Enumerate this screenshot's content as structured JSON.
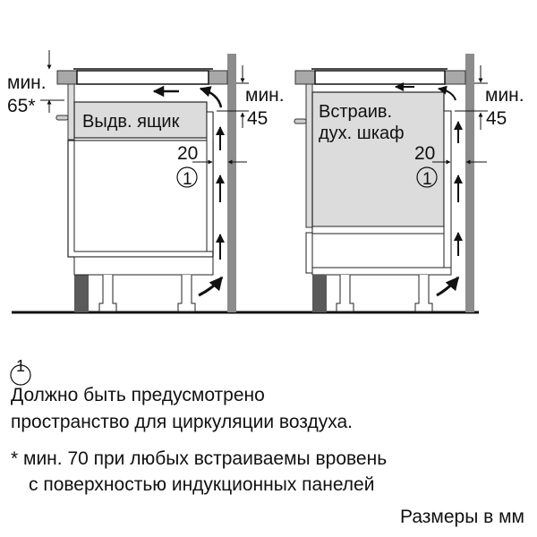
{
  "diagram": {
    "left": {
      "gap_top_label": "мин.",
      "gap_top_value": "65*",
      "drawer_label": "Выдв. ящик",
      "min_label": "мин.",
      "min_value": "45",
      "gap_side_value": "20",
      "callout": "①"
    },
    "right": {
      "oven_label_line1": "Встраив.",
      "oven_label_line2": "дух. шкаф",
      "min_label": "мин.",
      "min_value": "45",
      "gap_side_value": "20",
      "callout": "①"
    },
    "colors": {
      "wall": "#8c8c8c",
      "panel": "#dcdcdc",
      "plinth": "#5a5a5a",
      "line": "#111111"
    }
  },
  "notes": {
    "marker": "1",
    "line1": "Должно быть предусмотрено",
    "line2": "пространство для циркуляции воздуха.",
    "line3": "* мин. 70 при любых встраиваемы вровень",
    "line4": "с поверхностью индукционных панелей",
    "units": "Размеры в мм"
  }
}
